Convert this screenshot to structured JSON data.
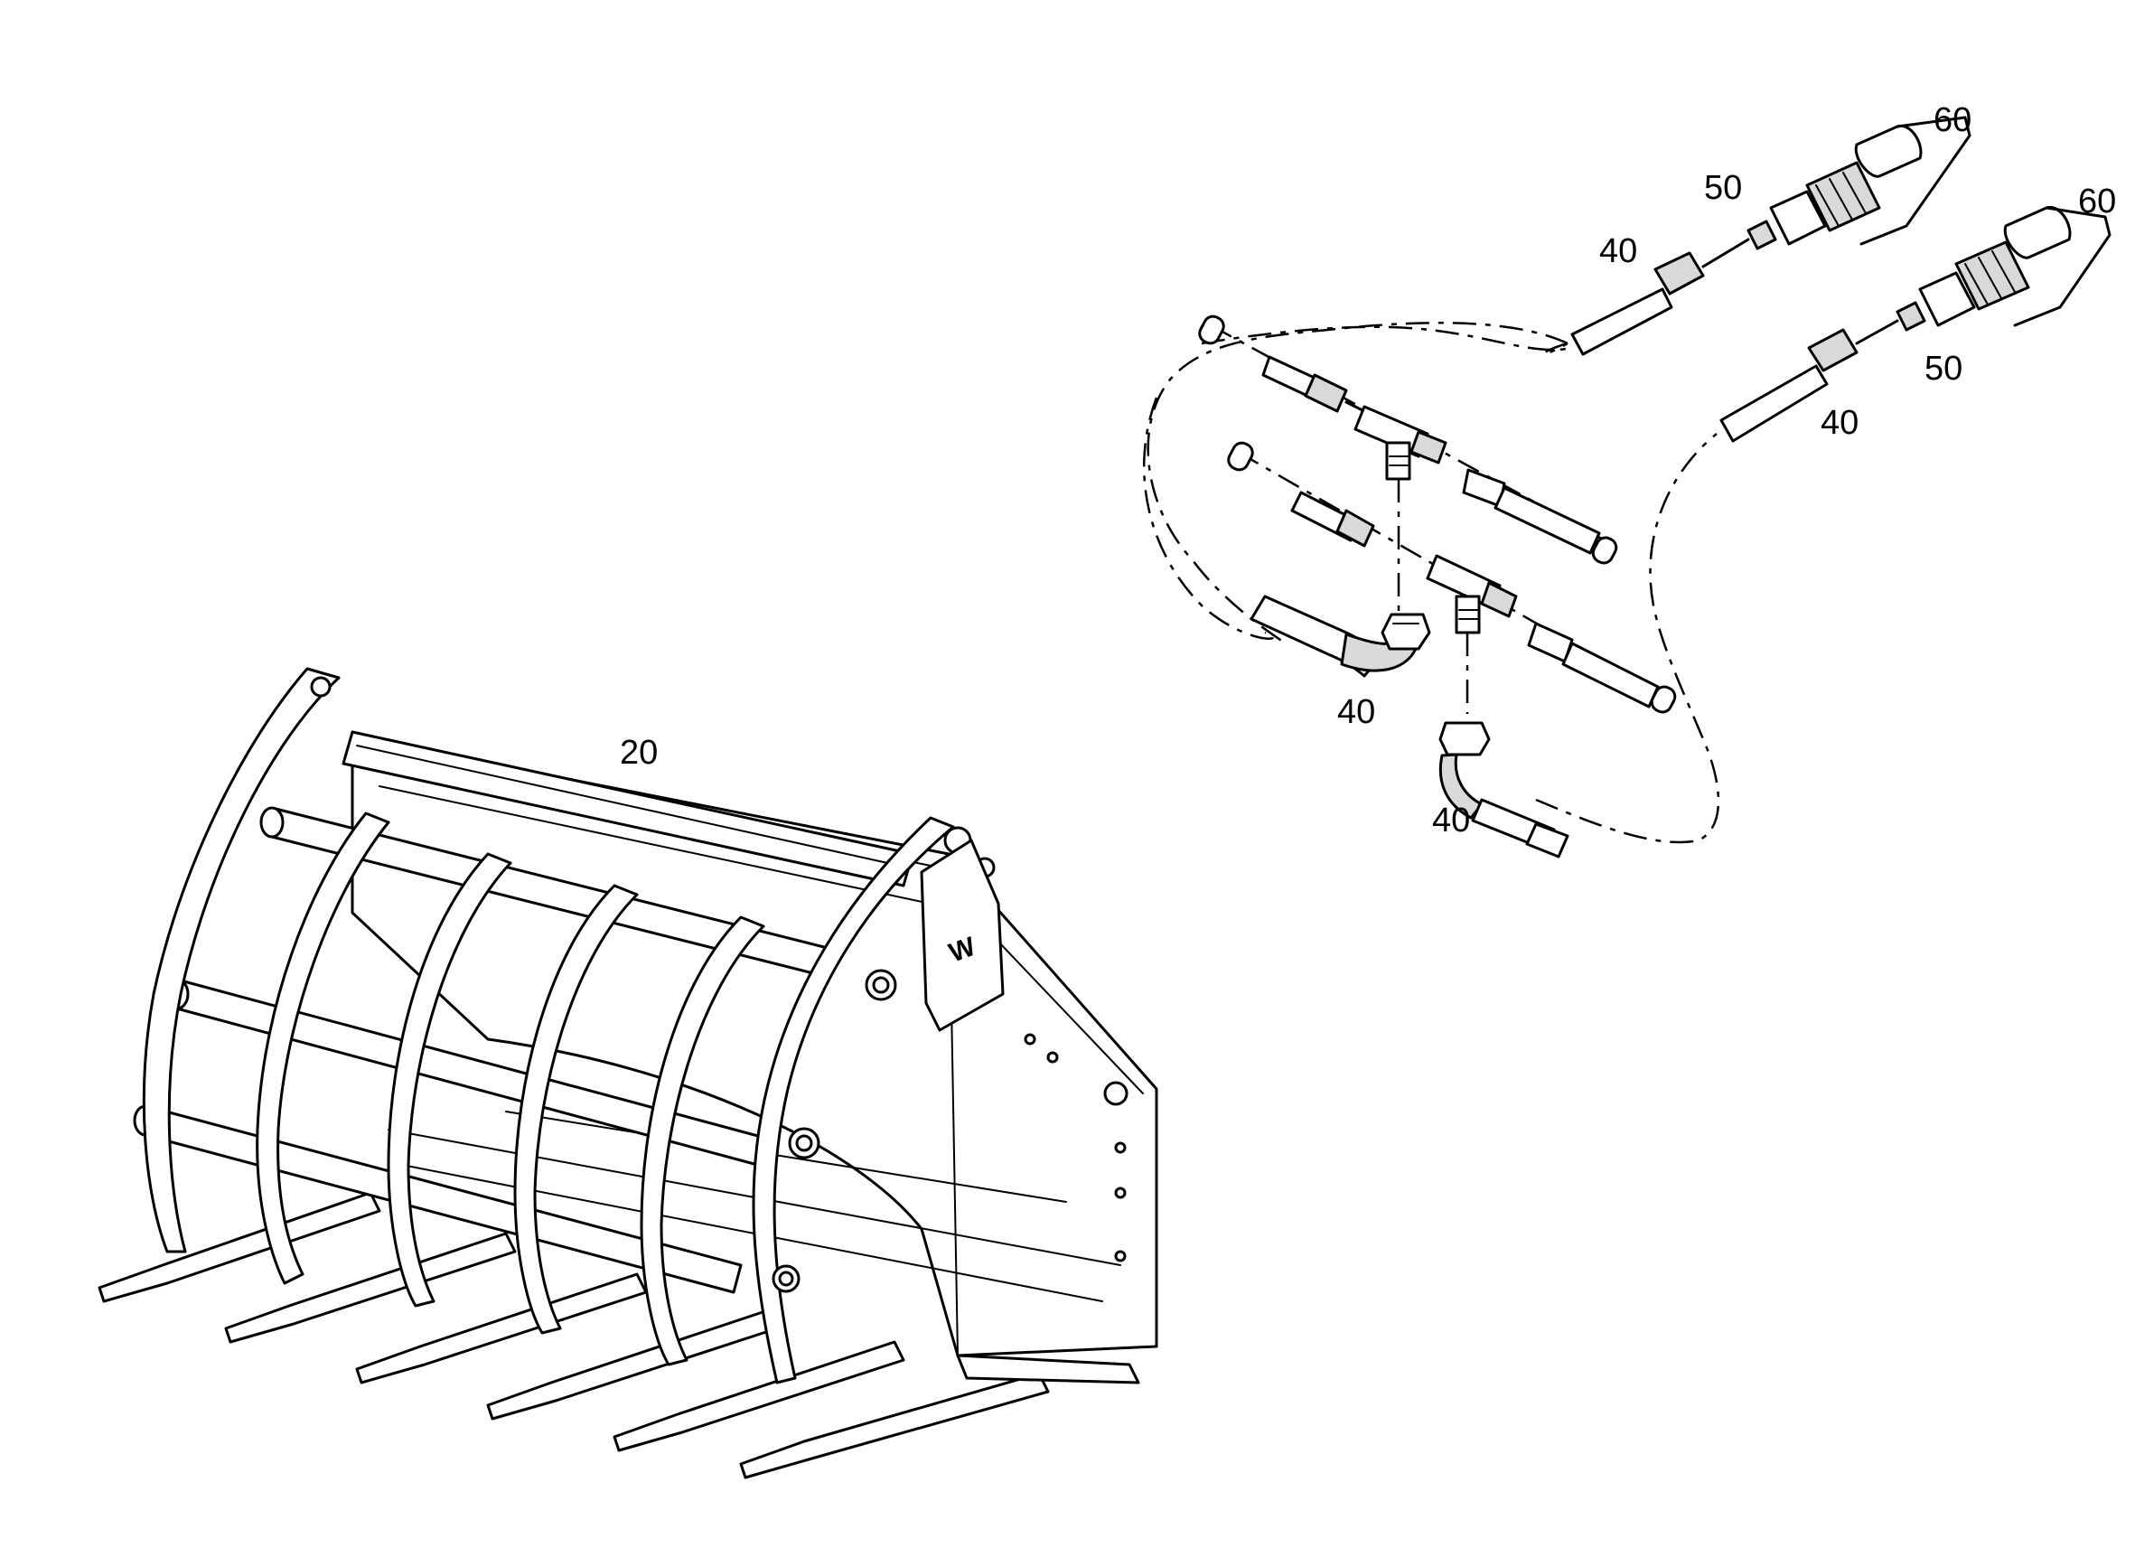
{
  "diagram": {
    "type": "exploded parts diagram",
    "callouts": [
      {
        "id": "c60a",
        "text": "60"
      },
      {
        "id": "c50a",
        "text": "50"
      },
      {
        "id": "c60b",
        "text": "60"
      },
      {
        "id": "c40a",
        "text": "40"
      },
      {
        "id": "c50b",
        "text": "50"
      },
      {
        "id": "c40b",
        "text": "40"
      },
      {
        "id": "c40c",
        "text": "40"
      },
      {
        "id": "c40d",
        "text": "40"
      },
      {
        "id": "c20",
        "text": "20"
      }
    ],
    "logo_text": "W"
  }
}
